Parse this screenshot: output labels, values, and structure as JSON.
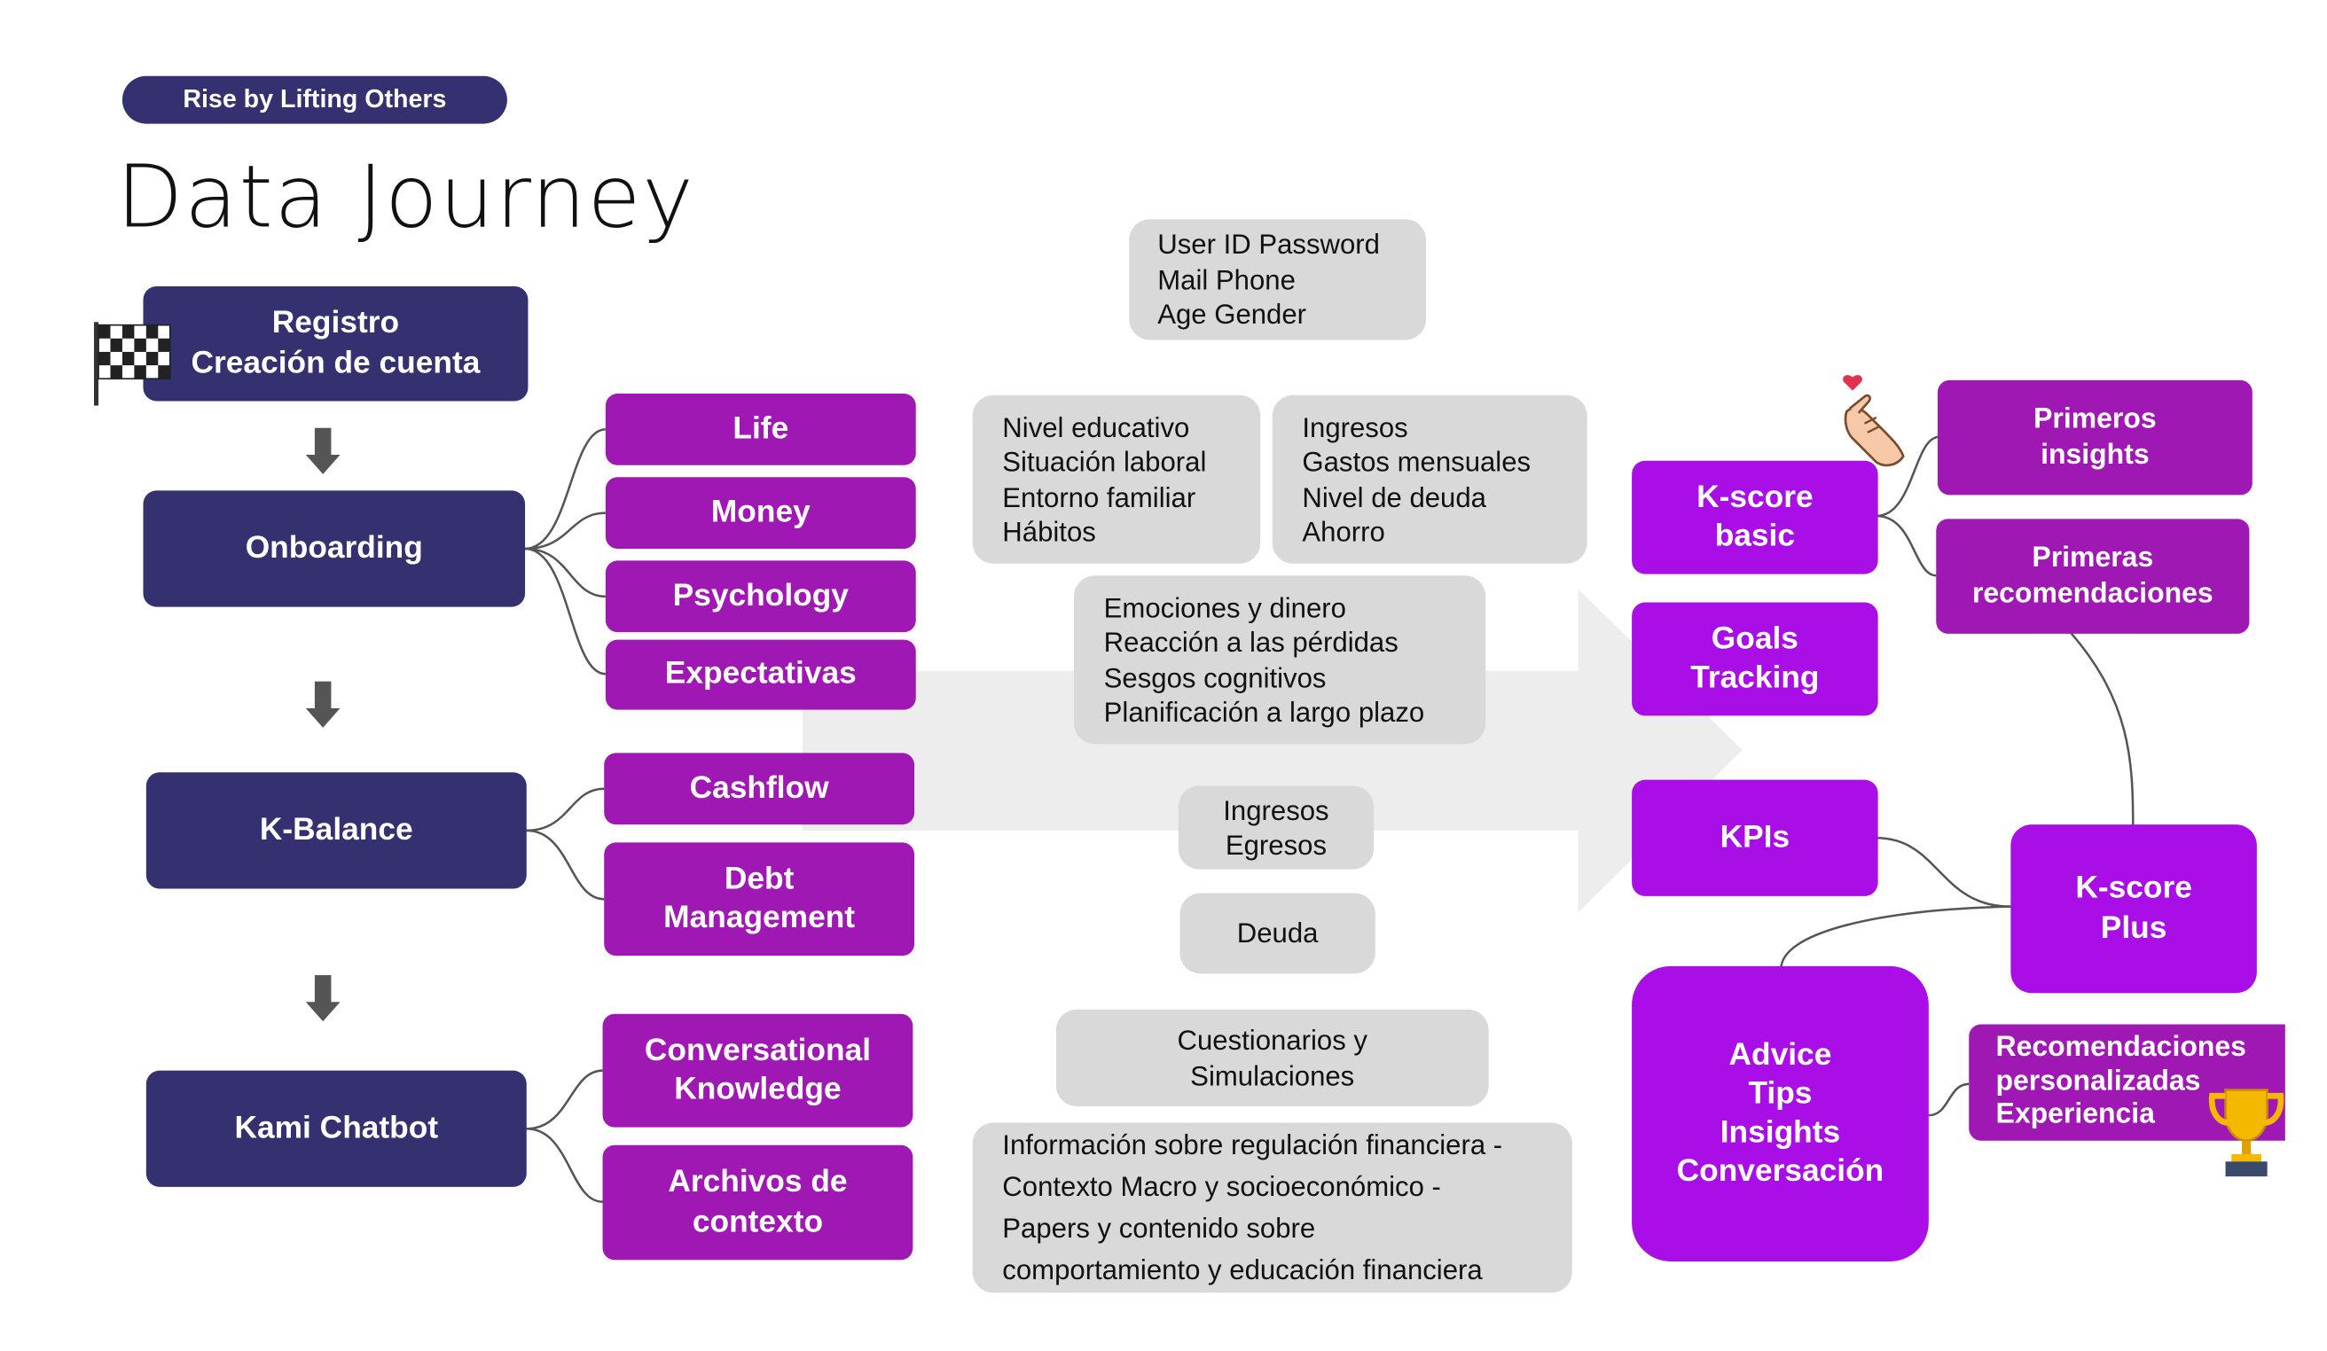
{
  "header": {
    "tag": "Rise by Lifting Others",
    "title": "Data Journey"
  },
  "stages": {
    "registro": "Registro\nCreación de cuenta",
    "onboarding": "Onboarding",
    "kbalance": "K-Balance",
    "chatbot": "Kami Chatbot"
  },
  "modules": {
    "life": "Life",
    "money": "Money",
    "psychology": "Psychology",
    "expectativas": "Expectativas",
    "cashflow": "Cashflow",
    "debt": "Debt\nManagement",
    "conversational": "Conversational\nKnowledge",
    "archivos": "Archivos de\ncontexto"
  },
  "data": {
    "registro": "User ID Password\nMail Phone\nAge Gender",
    "life": "Nivel educativo\nSituación laboral\nEntorno familiar\nHábitos",
    "money": "Ingresos\nGastos mensuales\nNivel de deuda\nAhorro",
    "psychology": "Emociones y dinero\nReacción a las pérdidas\nSesgos cognitivos\nPlanificación a largo plazo",
    "cashflow": "Ingresos\nEgresos",
    "debt": "Deuda",
    "cuestionarios": "Cuestionarios y\nSimulaciones",
    "informacion": "Información sobre regulación financiera -\nContexto Macro y socioeconómico -\nPapers y contenido sobre\ncomportamiento y educación financiera"
  },
  "outputs": {
    "kscore_basic": "K-score\nbasic",
    "goals": "Goals\nTracking",
    "kpis": "KPIs",
    "advice": "Advice\nTips\nInsights\nConversación",
    "kscore_plus": "K-score\nPlus",
    "primeros_insights": "Primeros\ninsights",
    "primeras_recomendaciones": "Primeras\nrecomendaciones",
    "recomendaciones": "Recomendaciones\npersonalizadas\nExperiencia"
  },
  "colors": {
    "navy": "#353070",
    "magenta": "#a018b4",
    "violet": "#a90ee7",
    "grey": "#d9d9d9",
    "arrow": "#ededed"
  },
  "icons": [
    "checkered-flag-icon",
    "down-arrow-icon",
    "finger-heart-icon",
    "trophy-icon"
  ]
}
